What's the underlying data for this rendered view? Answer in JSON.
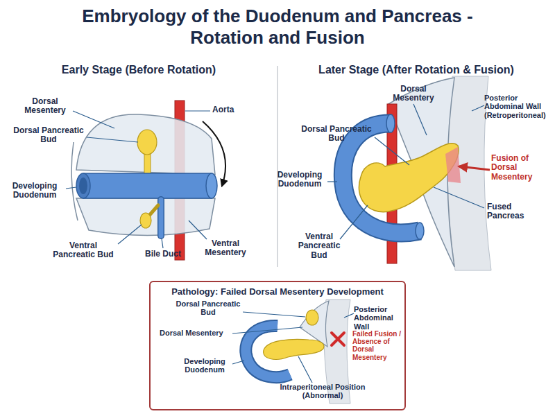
{
  "diagram": {
    "title": "Embryology of the Duodenum and Pancreas - Rotation and Fusion",
    "nodes": [
      {
        "text": [
          "Pathology: Failed Dorsal Mesentery Development"
        ]
      }
    ],
    "labels": [
      "Early Stage (Before Rotation)",
      "Dorsal Mesentery",
      "Aorta",
      "Dorsal Pancreatic Bud",
      "Developing Duodenum",
      "Ventral Pancreatic Bud",
      "Bile Duct",
      "Ventral Mesentery",
      "Later Stage (After Rotation & Fusion)",
      "Dorsal Mesentery",
      "Posterior Abdominal Wall (Retroperitoneal)",
      "Dorsal Pancreatic Bud",
      "Fusion of Dorsal Mesentery",
      "Developing Duodenum",
      "Fused Pancreas",
      "Ventral Pancreatic Bud",
      "Dorsal Pancreatic Bud",
      "Posterior Abdominal Wall",
      "Dorsal Mesentery",
      "Failed Fusion / Absence of Dorsal Mesentery",
      "Developing Duodenum",
      "Intraperitoneal Position (Abnormal)"
    ]
  }
}
